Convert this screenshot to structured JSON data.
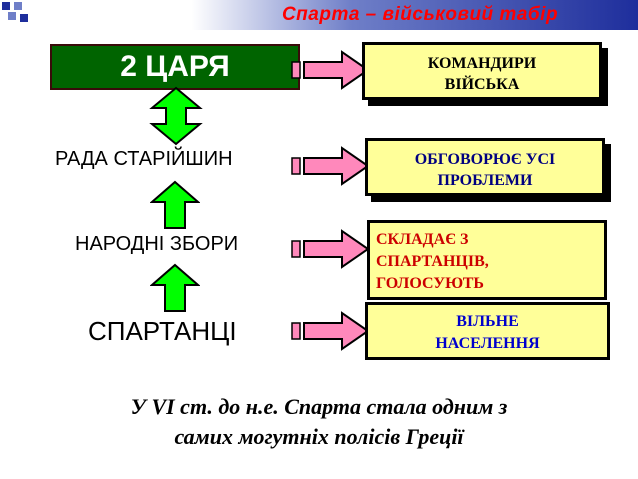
{
  "header": {
    "title": "Спарта – військовий табір"
  },
  "hierarchy": {
    "kings": "2 ЦАРЯ",
    "council": "РАДА  СТАРІЙШИН",
    "assembly": "НАРОДНІ ЗБОРИ",
    "citizens": "СПАРТАНЦІ"
  },
  "roles": {
    "kings_role": [
      "КОМАНДИРИ",
      "ВІЙСЬКА"
    ],
    "council_role": [
      "ОБГОВОРЮЄ УСІ",
      "ПРОБЛЕМИ"
    ],
    "assembly_role": [
      "СКЛАДАЄ З",
      "СПАРТАНЦІВ,",
      "ГОЛОСУЮТЬ"
    ],
    "citizens_role": [
      "ВІЛЬНЕ",
      "НАСЕЛЕННЯ"
    ]
  },
  "footer": {
    "line1": "У VI ст. до н.е. Спарта стала одним з",
    "line2": "самих могутніх полісів Греції"
  },
  "colors": {
    "kings_bg": "#006400",
    "role_box_bg": "#ffff99",
    "arrow_pink": "#ff88bb",
    "arrow_green": "#00ff00",
    "title": "#ff0000",
    "council_text": "#000080",
    "assembly_text": "#cc0000",
    "citizens_text": "#0000cc"
  }
}
